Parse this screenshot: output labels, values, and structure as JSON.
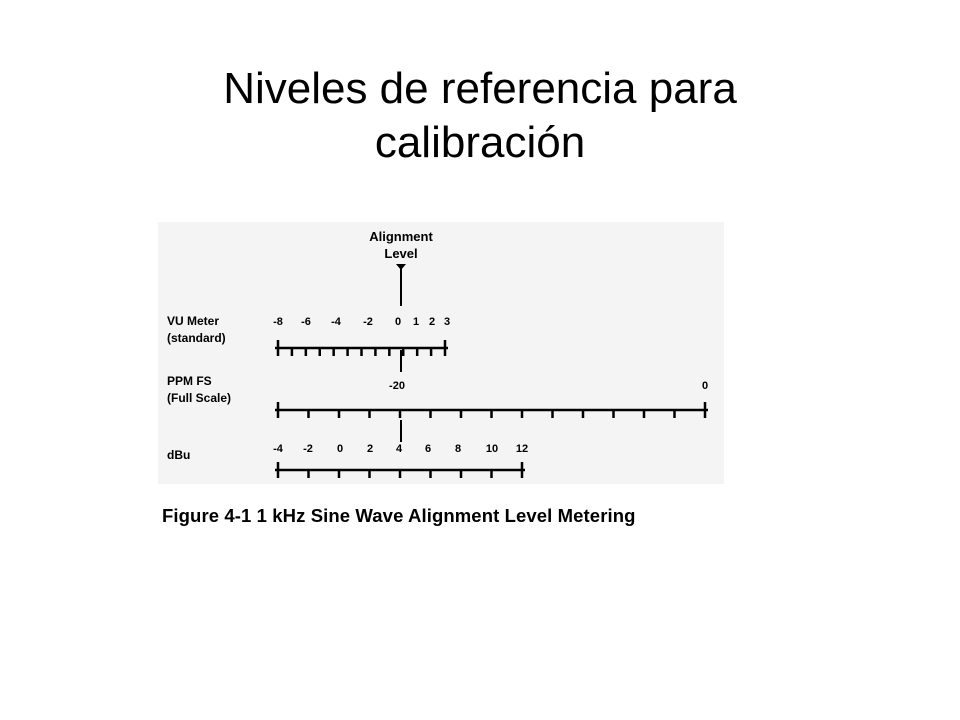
{
  "slide": {
    "title_line1": "Niveles de referencia para",
    "title_line2": "calibración"
  },
  "figure": {
    "alignment_label_line1": "Alignment",
    "alignment_label_line2": "Level",
    "caption": "Figure 4-1 1 kHz Sine Wave Alignment Level Metering",
    "scales": [
      {
        "id": "vu",
        "label_line1": "VU Meter",
        "label_line2": "(standard)",
        "tick_labels": [
          "-8",
          "-6",
          "-4",
          "-2",
          "0",
          "1",
          "2",
          "3"
        ],
        "tick_count": 13
      },
      {
        "id": "ppm",
        "label_line1": "PPM FS",
        "label_line2": "(Full Scale)",
        "tick_labels": [
          "-20",
          "0"
        ],
        "tick_count": 15
      },
      {
        "id": "dbu",
        "label_line1": "dBu",
        "label_line2": "",
        "tick_labels": [
          "-4",
          "-2",
          "0",
          "2",
          "4",
          "6",
          "8",
          "10",
          "12"
        ],
        "tick_count": 9
      }
    ]
  }
}
